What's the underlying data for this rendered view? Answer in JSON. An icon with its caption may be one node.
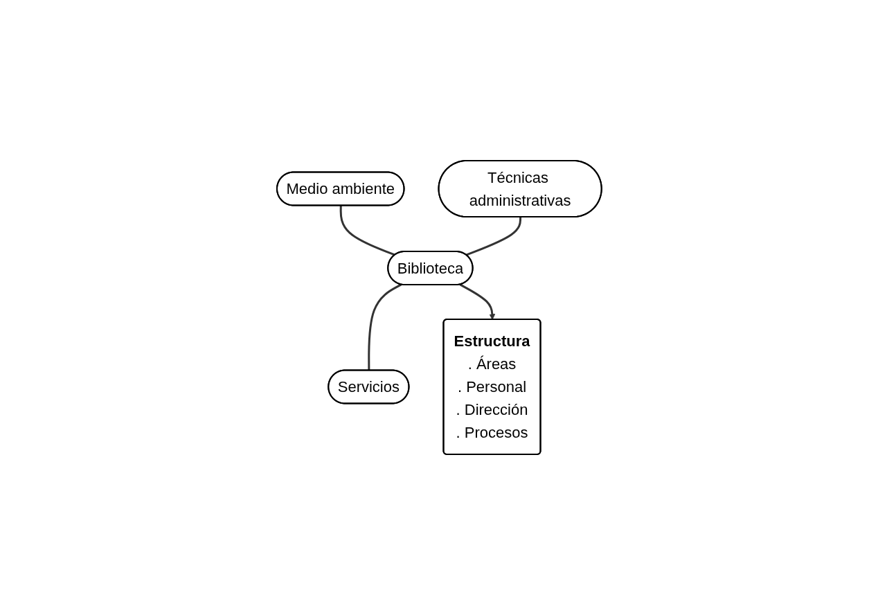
{
  "diagram": {
    "nodes": [
      {
        "text": [
          "Medio ambiente"
        ]
      },
      {
        "text": [
          "Técnicas administrativas"
        ]
      },
      {
        "text": [
          "Biblioteca"
        ]
      },
      {
        "text": [
          "Servicios"
        ]
      },
      {
        "text": [
          "Estructura",
          ". Áreas",
          ". Personal",
          ". Dirección",
          ". Procesos"
        ]
      }
    ],
    "edges": [
      {
        "from": 0,
        "to": 2,
        "arrow": "none"
      },
      {
        "from": 1,
        "to": 2,
        "arrow": "none"
      },
      {
        "from": 2,
        "to": 3,
        "arrow": "none"
      },
      {
        "from": 2,
        "to": 4,
        "arrow": "to"
      }
    ]
  }
}
